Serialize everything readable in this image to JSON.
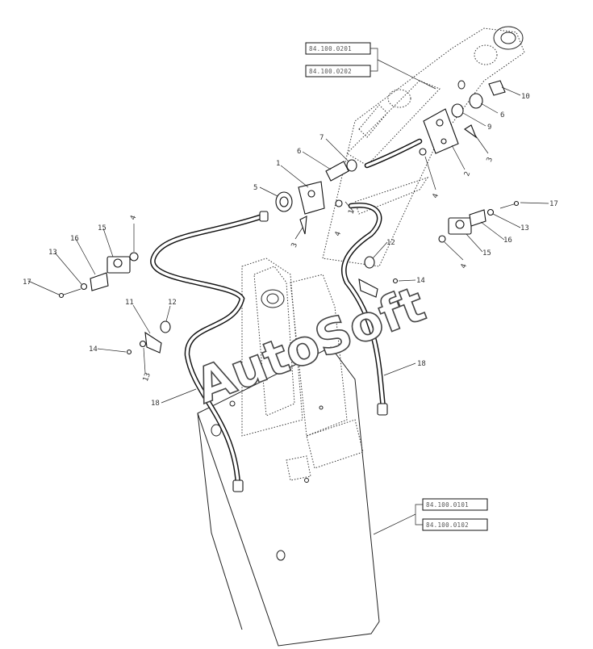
{
  "watermark": "AutoSoft",
  "reference_codes": [
    "84.100.0201",
    "84.100.0202",
    "84.100.0101",
    "84.100.0102"
  ],
  "callouts": [
    {
      "n": "1"
    },
    {
      "n": "1"
    },
    {
      "n": "2"
    },
    {
      "n": "3"
    },
    {
      "n": "3"
    },
    {
      "n": "4"
    },
    {
      "n": "4"
    },
    {
      "n": "4"
    },
    {
      "n": "4"
    },
    {
      "n": "5"
    },
    {
      "n": "6"
    },
    {
      "n": "6"
    },
    {
      "n": "7"
    },
    {
      "n": "9"
    },
    {
      "n": "10"
    },
    {
      "n": "11"
    },
    {
      "n": "12"
    },
    {
      "n": "12"
    },
    {
      "n": "13"
    },
    {
      "n": "13"
    },
    {
      "n": "13"
    },
    {
      "n": "14"
    },
    {
      "n": "14"
    },
    {
      "n": "15"
    },
    {
      "n": "15"
    },
    {
      "n": "16"
    },
    {
      "n": "16"
    },
    {
      "n": "17"
    },
    {
      "n": "17"
    },
    {
      "n": "18"
    },
    {
      "n": "18"
    }
  ]
}
